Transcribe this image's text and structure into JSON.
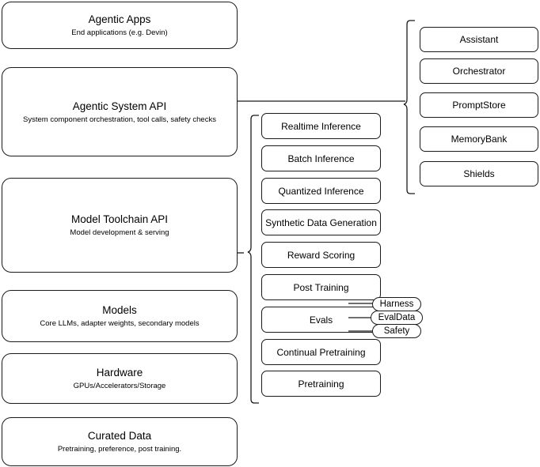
{
  "diagram": {
    "title": "AI Stack Layers Diagram",
    "stroke_color": "#1a1a1a",
    "background_color": "#ffffff",
    "layers": [
      {
        "title": "Agentic Apps",
        "subtitle": "End applications (e.g. Devin)"
      },
      {
        "title": "Agentic System API",
        "subtitle": "System component orchestration, tool calls, safety checks"
      },
      {
        "title": "Model Toolchain API",
        "subtitle": "Model development & serving"
      },
      {
        "title": "Models",
        "subtitle": "Core LLMs, adapter weights, secondary models"
      },
      {
        "title": "Hardware",
        "subtitle": "GPUs/Accelerators/Storage"
      },
      {
        "title": "Curated Data",
        "subtitle": "Pretraining, preference, post training."
      }
    ],
    "toolchain_capabilities": [
      {
        "label": "Realtime Inference"
      },
      {
        "label": "Batch Inference"
      },
      {
        "label": "Quantized Inference"
      },
      {
        "label": "Synthetic Data Generation"
      },
      {
        "label": "Reward Scoring"
      },
      {
        "label": "Post Training"
      },
      {
        "label": "Evals"
      },
      {
        "label": "Continual Pretraining"
      },
      {
        "label": "Pretraining"
      }
    ],
    "evals_badges": [
      {
        "label": "Harness"
      },
      {
        "label": "EvalData"
      },
      {
        "label": "Safety"
      }
    ],
    "agentic_components": [
      {
        "label": "Assistant"
      },
      {
        "label": "Orchestrator"
      },
      {
        "label": "PromptStore"
      },
      {
        "label": "MemoryBank"
      },
      {
        "label": "Shields"
      }
    ]
  }
}
